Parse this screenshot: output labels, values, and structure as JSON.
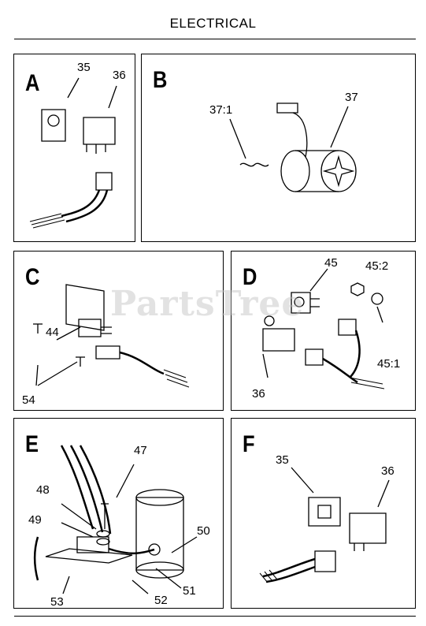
{
  "header": {
    "title": "ELECTRICAL"
  },
  "watermark": "PartsTree",
  "panels": {
    "a": {
      "letter": "A",
      "labels": [
        "35",
        "36"
      ]
    },
    "b": {
      "letter": "B",
      "labels": [
        "37:1",
        "37"
      ]
    },
    "c": {
      "letter": "C",
      "labels": [
        "44",
        "54"
      ]
    },
    "d": {
      "letter": "D",
      "labels": [
        "45",
        "45:2",
        "45:1",
        "36"
      ]
    },
    "e": {
      "letter": "E",
      "labels": [
        "47",
        "48",
        "49",
        "50",
        "51",
        "52",
        "53"
      ]
    },
    "f": {
      "letter": "F",
      "labels": [
        "35",
        "36"
      ]
    }
  }
}
